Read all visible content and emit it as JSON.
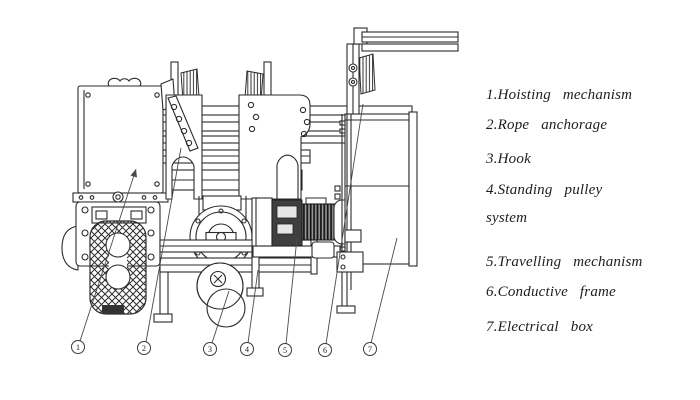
{
  "figure": {
    "background_color": "#ffffff",
    "line_color": "#2b2b2b"
  },
  "legend": {
    "lines": [
      {
        "text": "1.Hoisting mechanism"
      },
      {
        "text": "2.Rope anchorage"
      },
      {
        "text": "3.Hook"
      },
      {
        "text": "4.Standing pulley"
      },
      {
        "text": "system"
      },
      {
        "text": "5.Travelling mechanism"
      },
      {
        "text": "6.Conductive frame"
      },
      {
        "text": "7.Electrical box"
      }
    ]
  },
  "callouts": [
    {
      "number": "1"
    },
    {
      "number": "2"
    },
    {
      "number": "3"
    },
    {
      "number": "4"
    },
    {
      "number": "5"
    },
    {
      "number": "6"
    },
    {
      "number": "7"
    }
  ]
}
